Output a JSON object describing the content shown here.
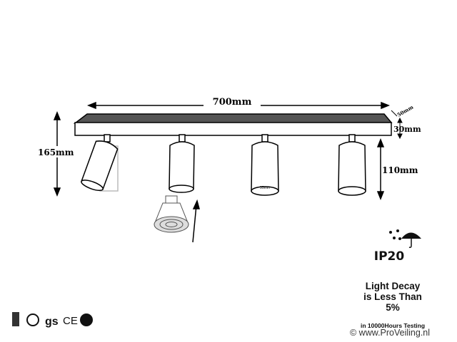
{
  "dimensions": {
    "length": "700mm",
    "height_total": "165mm",
    "depth": "50mm",
    "bar_height": "30mm",
    "spot_height": "110mm",
    "spot_diameter": "35mm"
  },
  "ip_rating": {
    "icon": "rain-umbrella-icon",
    "label": "IP20"
  },
  "light_decay": {
    "line1": "Light Decay",
    "line2": "is Less Than",
    "line3": "5%",
    "note": "in 10000Hours Testing"
  },
  "watermark": "© www.ProVeiling.nl",
  "certifications": [
    "leaf-certification-icon",
    "rohs-icon",
    "gs-icon",
    "ce-icon",
    "recycle-icon"
  ]
}
